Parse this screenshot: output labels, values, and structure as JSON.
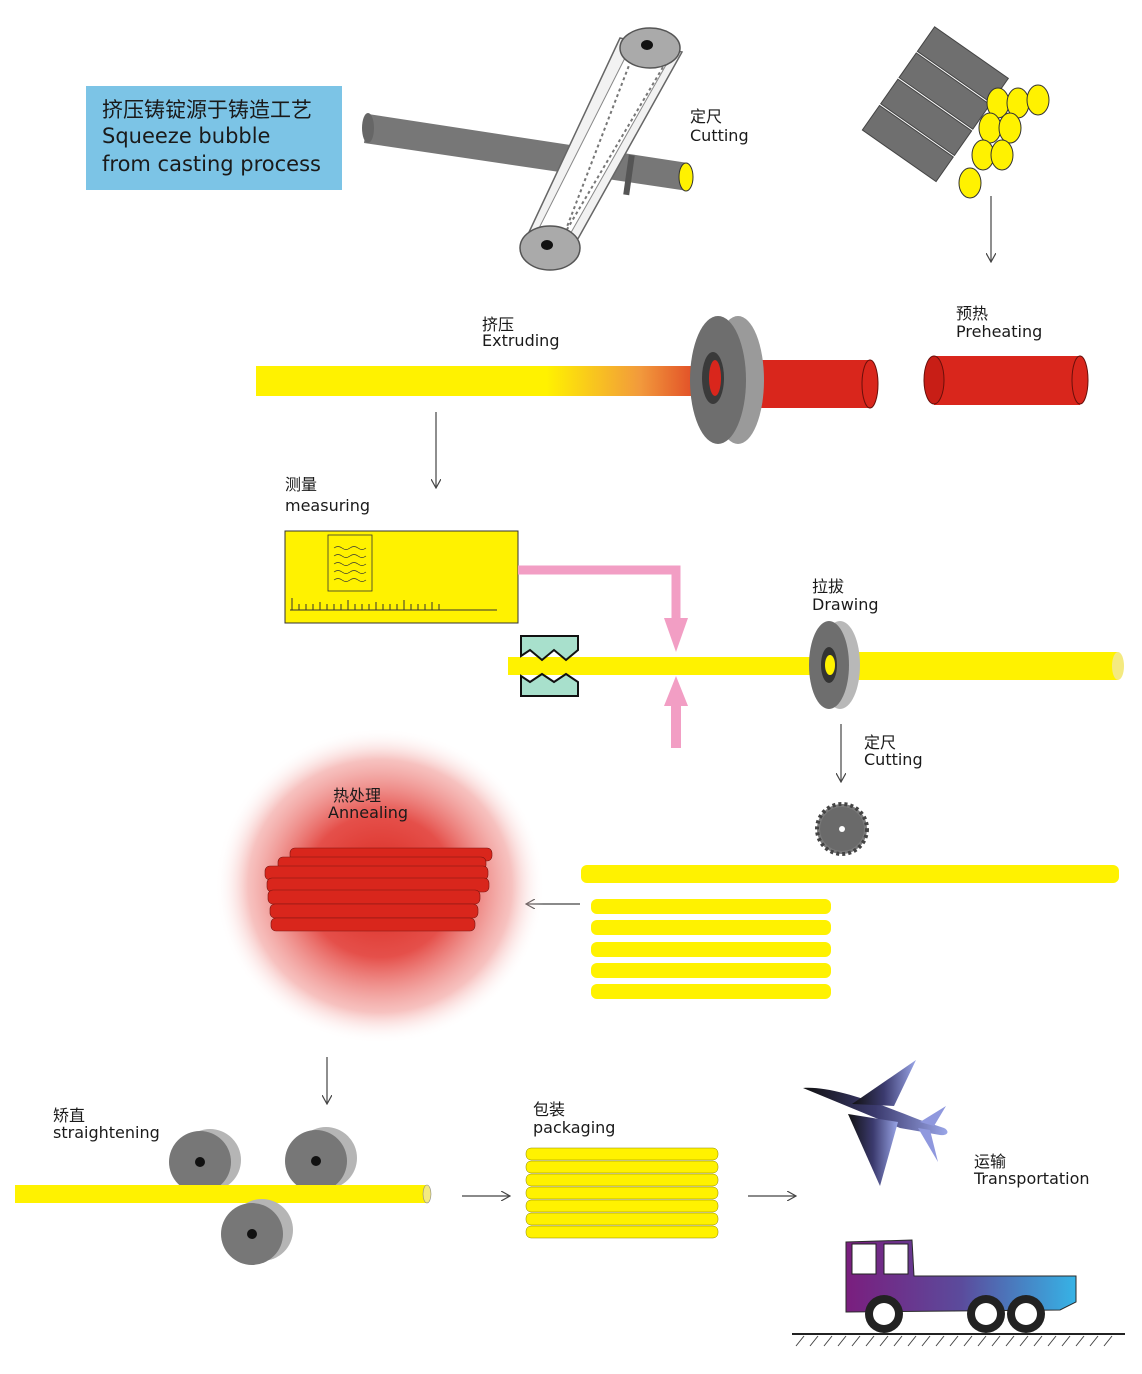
{
  "title": {
    "zh": "挤压铸锭源于铸造工艺",
    "en1": "Squeeze bubble",
    "en2": "from casting process"
  },
  "steps": {
    "cutting1": {
      "zh": "定尺",
      "en": "Cutting"
    },
    "preheating": {
      "zh": "预热",
      "en": "Preheating"
    },
    "extruding": {
      "zh": "挤压",
      "en": "Extruding"
    },
    "measuring": {
      "zh": "测量",
      "en": "measuring"
    },
    "drawing": {
      "zh": "拉拔",
      "en": "Drawing"
    },
    "cutting2": {
      "zh": "定尺",
      "en": "Cutting"
    },
    "annealing": {
      "zh": "热处理",
      "en": "Annealing"
    },
    "straightening": {
      "zh": "矫直",
      "en": "straightening"
    },
    "packaging": {
      "zh": "包装",
      "en": "packaging"
    },
    "transportation": {
      "zh": "运输",
      "en": "Transportation"
    }
  },
  "colors": {
    "title_bg": "#7cc4e6",
    "rod_yellow": "#fff200",
    "hot_red": "#d9261c",
    "steel_gray": "#7a7a7a",
    "arrow_pink": "#f29ec4",
    "gauge_green": "#a8e0cc"
  }
}
